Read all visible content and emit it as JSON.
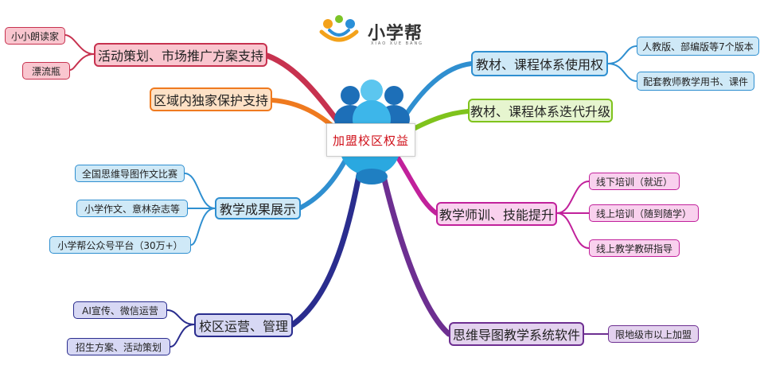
{
  "logo": {
    "name": "小学帮",
    "subtitle": "XIAO XUE BANG"
  },
  "center": {
    "label": "加盟校区权益"
  },
  "branches": {
    "activity": {
      "label": "活动策划、市场推广方案支持",
      "children": [
        "小小朗读家",
        "漂流瓶"
      ]
    },
    "protection": {
      "label": "区域内独家保护支持"
    },
    "achievement": {
      "label": "教学成果展示",
      "children": [
        "全国思维导图作文比赛",
        "小学作文、意林杂志等",
        "小学帮公众号平台（30万+）"
      ]
    },
    "operation": {
      "label": "校区运营、管理",
      "children": [
        "AI宣传、微信运营",
        "招生方案、活动策划"
      ]
    },
    "textbook": {
      "label": "教材、课程体系使用权",
      "children": [
        "人教版、部编版等7个版本",
        "配套教师教学用书、课件"
      ]
    },
    "upgrade": {
      "label": "教材、课程体系迭代升级"
    },
    "training": {
      "label": "教学师训、技能提升",
      "children": [
        "线下培训（就近）",
        "线上培训（随到随学）",
        "线上教学教研指导"
      ]
    },
    "software": {
      "label": "思维导图教学系统软件",
      "children": [
        "限地级市以上加盟"
      ]
    }
  },
  "colors": {
    "red": "#c7324f",
    "orange": "#ef7a1f",
    "blue": "#2f8fd0",
    "green": "#7fc31c",
    "pink": "#c1219b",
    "navy": "#2a2d8e",
    "purple": "#6d2f91",
    "center_text": "#d0101a"
  }
}
